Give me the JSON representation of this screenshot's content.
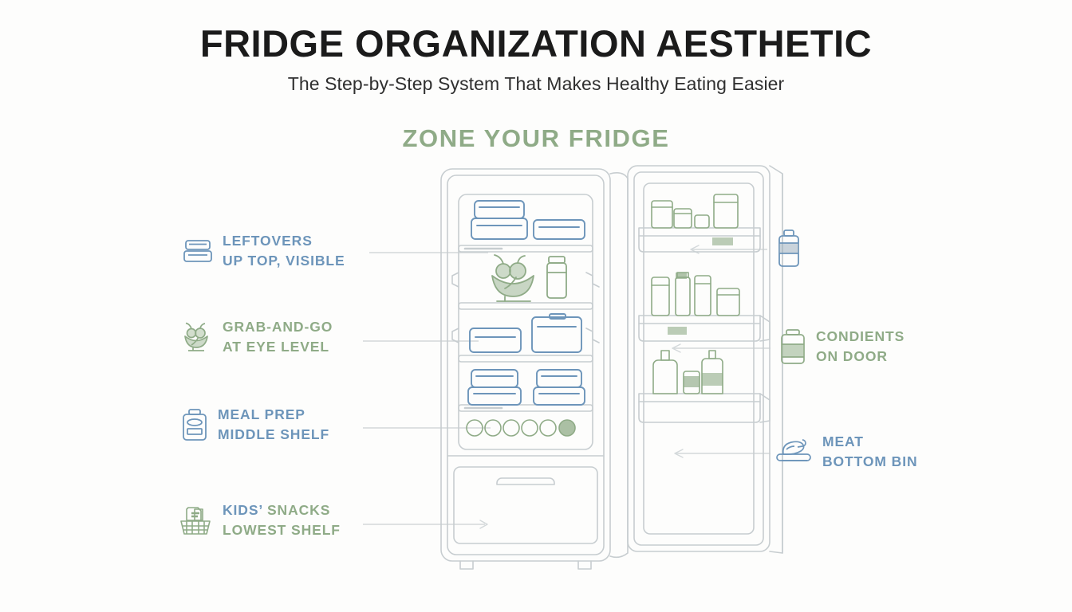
{
  "header": {
    "title": "FRIDGE ORGANIZATION AESTHETIC",
    "subtitle": "The Step-by-Step System That Makes Healthy Eating Easier",
    "section_heading": "ZONE YOUR FRIDGE"
  },
  "colors": {
    "blue": "#6d95ba",
    "green": "#8fab87",
    "line": "#cfd4d6",
    "outline": "#c7cdd0",
    "background": "#fdfdfc",
    "title_text": "#1b1b1b"
  },
  "labels_left": [
    {
      "id": "leftovers",
      "icon": "stacked-containers-icon",
      "line1": "LEFTOVERS",
      "line2": "UP TOP, VISIBLE",
      "color_line1": "blue",
      "color_line2": "blue"
    },
    {
      "id": "grab-and-go",
      "icon": "fruit-bowl-icon",
      "line1": "GRAB-AND-GO",
      "line2": "AT EYE LEVEL",
      "color_line1": "green",
      "color_line2": "green"
    },
    {
      "id": "meal-prep",
      "icon": "jar-icon",
      "line1": "MEAL PREP",
      "line2": "MIDDLE SHELF",
      "color_line1": "blue",
      "color_line2": "blue"
    },
    {
      "id": "kids-snacks",
      "icon": "snack-basket-icon",
      "line1_part1": "KIDS’ ",
      "line1_part2": "SNACKS",
      "line2": "LOWEST SHELF",
      "color_line1": "mixed",
      "color_line2": "green"
    }
  ],
  "labels_right": [
    {
      "id": "door-bottle",
      "icon": "milk-bottle-icon",
      "line1": "",
      "line2": "",
      "color_line1": "blue",
      "color_line2": "blue"
    },
    {
      "id": "condients",
      "icon": "condiment-jar-icon",
      "line1": "CONDIENTS",
      "line2": "ON DOOR",
      "color_line1": "green",
      "color_line2": "green"
    },
    {
      "id": "meat",
      "icon": "meat-ham-icon",
      "line1": "MEAT",
      "line2": "BOTTOM BIN",
      "color_line1": "blue",
      "color_line2": "blue"
    }
  ],
  "fridge": {
    "name": "open-refrigerator-illustration",
    "shelves": [
      {
        "name": "top-shelf",
        "contents": "leftover containers",
        "item_color": "blue"
      },
      {
        "name": "eye-level-shelf",
        "contents": "fruit bowl and water bottle",
        "item_color": "green"
      },
      {
        "name": "middle-shelf",
        "contents": "meal prep containers",
        "item_color": "blue"
      },
      {
        "name": "lowest-shelf",
        "contents": "stacked meal prep containers",
        "item_color": "blue"
      },
      {
        "name": "egg-tray",
        "contents": "six eggs",
        "item_color": "green"
      },
      {
        "name": "bottom-drawer",
        "contents": "meat bin",
        "item_color": "outline"
      }
    ],
    "door_shelves": [
      {
        "name": "door-top-shelf",
        "contents": "jars and tubs",
        "item_color": "green"
      },
      {
        "name": "door-middle-shelf",
        "contents": "milk bottles",
        "item_color": "green"
      },
      {
        "name": "door-bottom-shelf",
        "contents": "tall bottles",
        "item_color": "green"
      }
    ],
    "egg_count": 6,
    "eggs_filled": 1
  }
}
